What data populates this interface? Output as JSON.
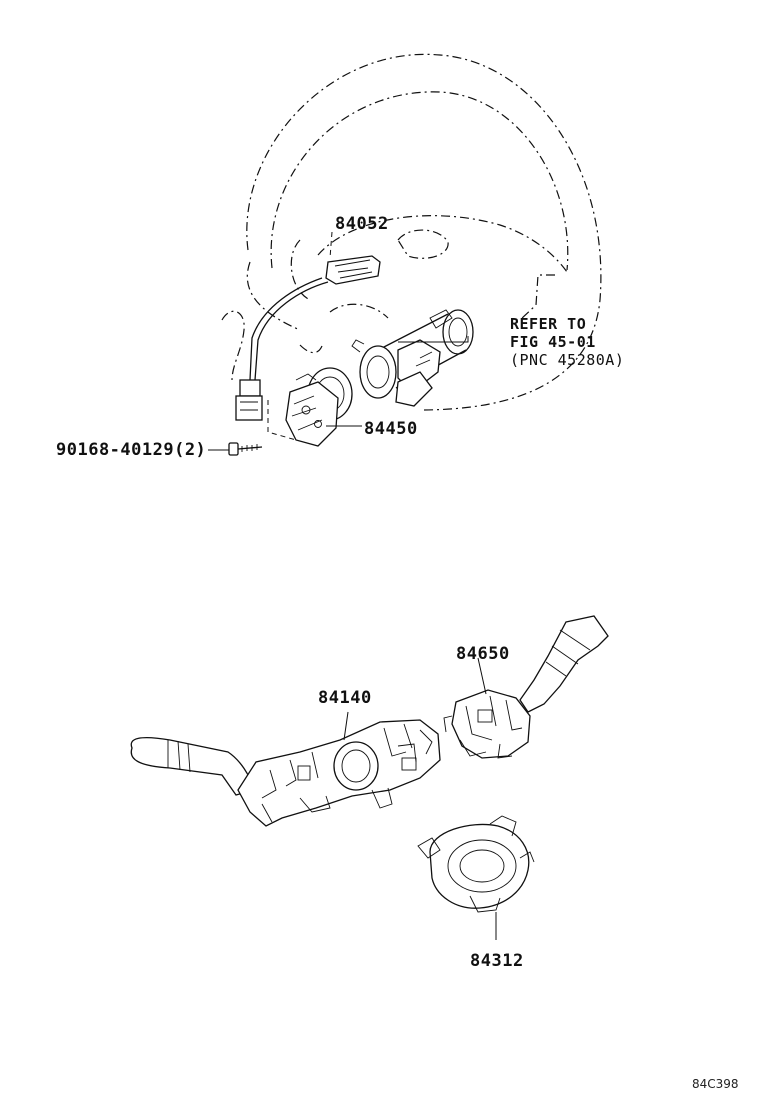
{
  "labels": {
    "part_84052": "84052",
    "part_84450": "84450",
    "bolt": "90168-40129(2)",
    "refer_line1": "REFER TO",
    "refer_line2": "FIG 45-01",
    "refer_line3": "(PNC 45280A)",
    "part_84650": "84650",
    "part_84140": "84140",
    "part_84312": "84312",
    "diagram_code": "84C398"
  }
}
